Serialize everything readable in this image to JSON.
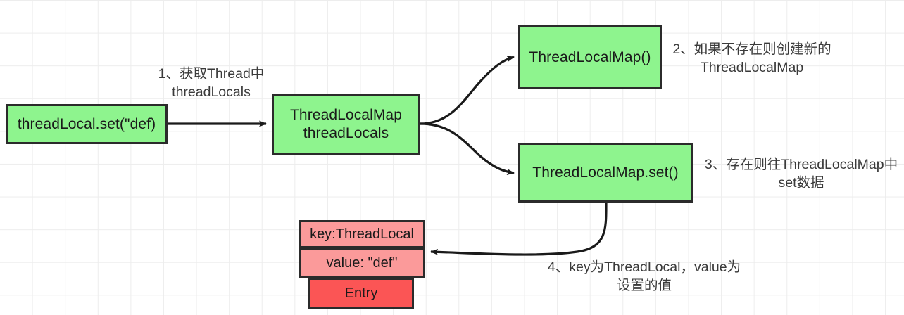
{
  "diagram": {
    "title": "ThreadLocal set flow",
    "background": {
      "color": "#ffffff",
      "grid_color": "#ededed",
      "grid_size": 46.6
    },
    "colors": {
      "node_fill": "#8ef48e",
      "node_stroke": "#2b2b2b",
      "entry_fill_light": "#fb9a9a",
      "entry_fill_dark": "#fb5555",
      "arrow": "#1a1a1a",
      "annotation_text": "#3a3a3a"
    },
    "nodes": [
      {
        "id": "thread-local-set",
        "label": "threadLocal.set(\"def)"
      },
      {
        "id": "thread-local-map-field",
        "label": "ThreadLocalMap\nthreadLocals"
      },
      {
        "id": "thread-local-map-ctor",
        "label": "ThreadLocalMap()"
      },
      {
        "id": "thread-local-map-set",
        "label": "ThreadLocalMap.set()"
      }
    ],
    "entry": {
      "key_row": "key:ThreadLocal",
      "value_row": "value: \"def\"",
      "type_row": "Entry"
    },
    "annotations": [
      {
        "id": "step-1",
        "text": "1、获取Thread中\nthreadLocals"
      },
      {
        "id": "step-2",
        "text": "2、如果不存在则创建新的\nThreadLocalMap"
      },
      {
        "id": "step-3",
        "text": "3、存在则往ThreadLocalMap中\nset数据"
      },
      {
        "id": "step-4",
        "text": "4、key为ThreadLocal，value为\n设置的值"
      }
    ],
    "connectors": [
      {
        "id": "set-to-field",
        "from": "thread-local-set",
        "to": "thread-local-map-field",
        "style": "straight"
      },
      {
        "id": "field-to-ctor",
        "from": "thread-local-map-field",
        "to": "thread-local-map-ctor",
        "style": "curve-up"
      },
      {
        "id": "field-to-mapset",
        "from": "thread-local-map-field",
        "to": "thread-local-map-set",
        "style": "curve-down"
      },
      {
        "id": "mapset-to-entry",
        "from": "thread-local-map-set",
        "to": "entry",
        "style": "curve-left"
      }
    ]
  }
}
